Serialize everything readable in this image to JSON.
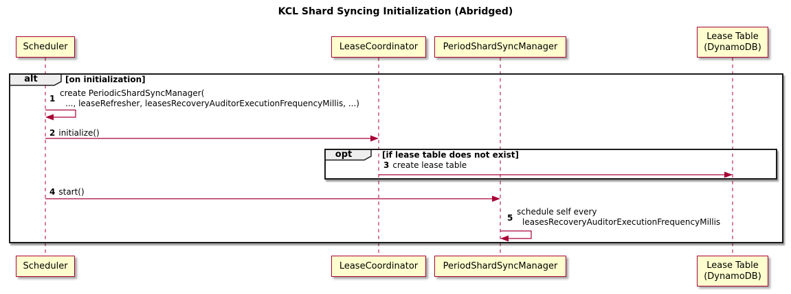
{
  "title": "KCL Shard Syncing Initialization (Abridged)",
  "participants": {
    "scheduler": {
      "label": "Scheduler"
    },
    "lease_coordinator": {
      "label": "LeaseCoordinator"
    },
    "period_shard_sync_manager": {
      "label": "PeriodShardSyncManager"
    },
    "lease_table": {
      "label_line1": "Lease Table",
      "label_line2": "(DynamoDB)"
    }
  },
  "frames": {
    "alt": {
      "operator": "alt",
      "condition": "[on initialization]"
    },
    "opt": {
      "operator": "opt",
      "condition": "[if lease table does not exist]"
    }
  },
  "messages": {
    "m1": {
      "num": "1",
      "line1": "create PeriodicShardSyncManager(",
      "line2": "..., leaseRefresher, leasesRecoveryAuditorExecutionFrequencyMillis, ...)"
    },
    "m2": {
      "num": "2",
      "text": "initialize()"
    },
    "m3": {
      "num": "3",
      "text": "create lease table"
    },
    "m4": {
      "num": "4",
      "text": "start()"
    },
    "m5": {
      "num": "5",
      "line1": "schedule self every",
      "line2": "leasesRecoveryAuditorExecutionFrequencyMillis"
    }
  },
  "colors": {
    "participant-fill": "#FEFECE",
    "participant-border": "#A80036",
    "arrow": "#A80036",
    "lifeline": "#A80036",
    "frame-border": "#1A1A1A",
    "frame-header-fill": "#EEEEEE",
    "background": "#FFFFFF"
  }
}
